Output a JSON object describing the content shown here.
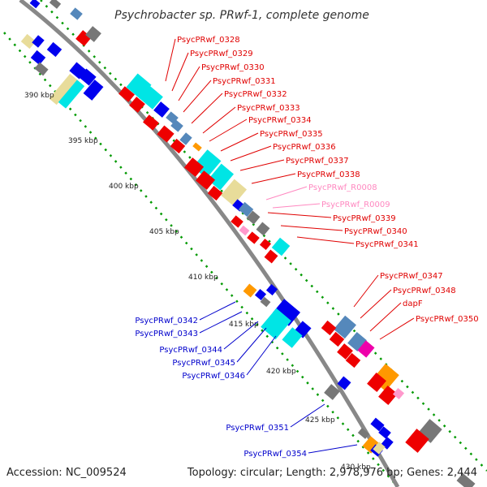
{
  "map": {
    "title": "Psychrobacter sp. PRwf-1, complete genome",
    "accession": "Accession: NC_009524",
    "summary": "Topology: circular; Length: 2,978,976 bp; Genes: 2,444"
  },
  "colors": {
    "forward_label": "#e00000",
    "reverse_label": "#0000cc",
    "rna_label": "#ff88c0",
    "cds": "#ee0000",
    "cds_reverse": "#0000ee",
    "rna": "#ff99cc",
    "cog_cyan": "#00e5e5",
    "cog_khaki": "#e8dc9a",
    "cog_steel": "#5588bb",
    "cog_grey": "#777777",
    "cog_orange": "#ff9900",
    "cog_magenta": "#ee00aa",
    "backbone": "#888888",
    "ticks": "#009900"
  },
  "kbp_ticks": [
    "390 kbp",
    "395 kbp",
    "400 kbp",
    "405 kbp",
    "410 kbp",
    "415 kbp",
    "420 kbp",
    "425 kbp",
    "430 kbp"
  ],
  "forward_labels": [
    "PsycPRwf_0328",
    "PsycPRwf_0329",
    "PsycPRwf_0330",
    "PsycPRwf_0331",
    "PsycPRwf_0332",
    "PsycPRwf_0333",
    "PsycPRwf_0334",
    "PsycPRwf_0335",
    "PsycPRwf_0336",
    "PsycPRwf_0337",
    "PsycPRwf_0338",
    "PsycPRwf_R0008",
    "PsycPRwf_R0009",
    "PsycPRwf_0339",
    "PsycPRwf_0340",
    "PsycPRwf_0341",
    "PsycPRwf_0347",
    "PsycPRwf_0348",
    "dapF",
    "PsycPRwf_0350"
  ],
  "reverse_labels": [
    "PsycPRwf_0342",
    "PsycPRwf_0343",
    "PsycPRwf_0344",
    "PsycPRwf_0345",
    "PsycPRwf_0346",
    "PsycPRwf_0351",
    "PsycPRwf_0354"
  ]
}
